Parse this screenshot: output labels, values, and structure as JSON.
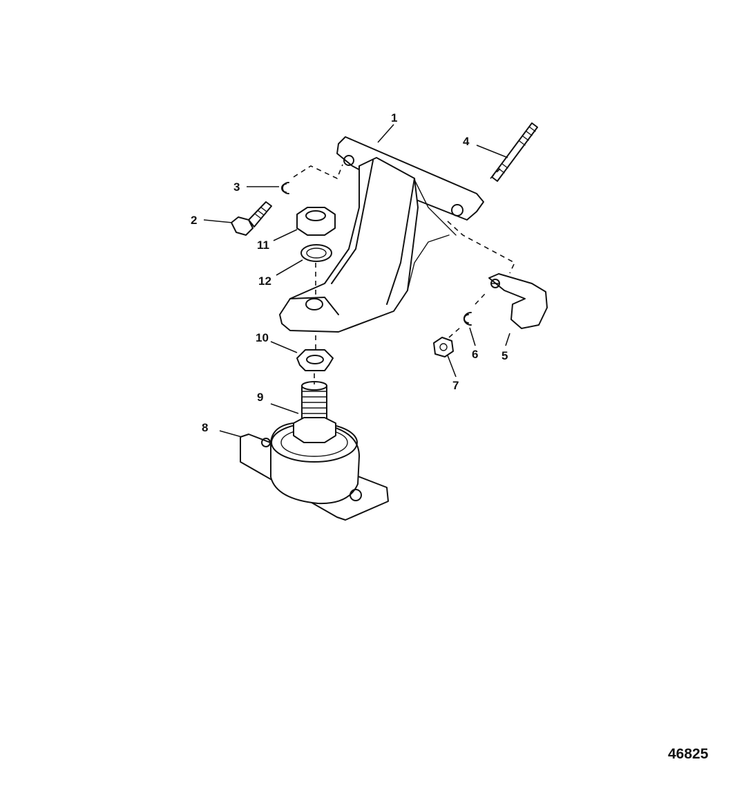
{
  "callouts": {
    "c1": "1",
    "c2": "2",
    "c3": "3",
    "c4": "4",
    "c5": "5",
    "c6": "6",
    "c7": "7",
    "c8": "8",
    "c9": "9",
    "c10": "10",
    "c11": "11",
    "c12": "12"
  },
  "figure_number": "46825"
}
